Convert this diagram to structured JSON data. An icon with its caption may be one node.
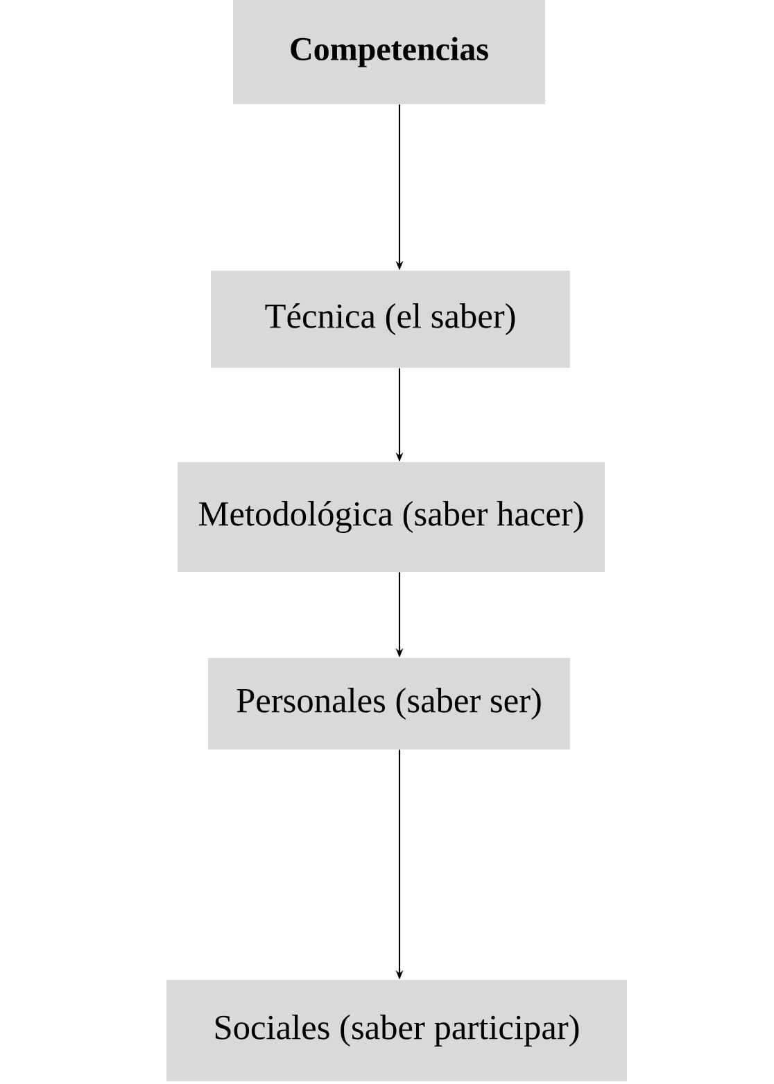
{
  "diagram": {
    "nodes": [
      {
        "text": [
          "Competencias"
        ]
      },
      {
        "text": [
          "Técnica (el saber)"
        ]
      },
      {
        "text": [
          "Metodológica (saber hacer)"
        ]
      },
      {
        "text": [
          "Personales (saber ser)"
        ]
      },
      {
        "text": [
          "Sociales (saber participar)"
        ]
      }
    ],
    "edges": [
      {
        "from": 0,
        "to": 1,
        "arrow": "to"
      },
      {
        "from": 1,
        "to": 2,
        "arrow": "to"
      },
      {
        "from": 2,
        "to": 3,
        "arrow": "to"
      },
      {
        "from": 3,
        "to": 4,
        "arrow": "to"
      }
    ]
  }
}
